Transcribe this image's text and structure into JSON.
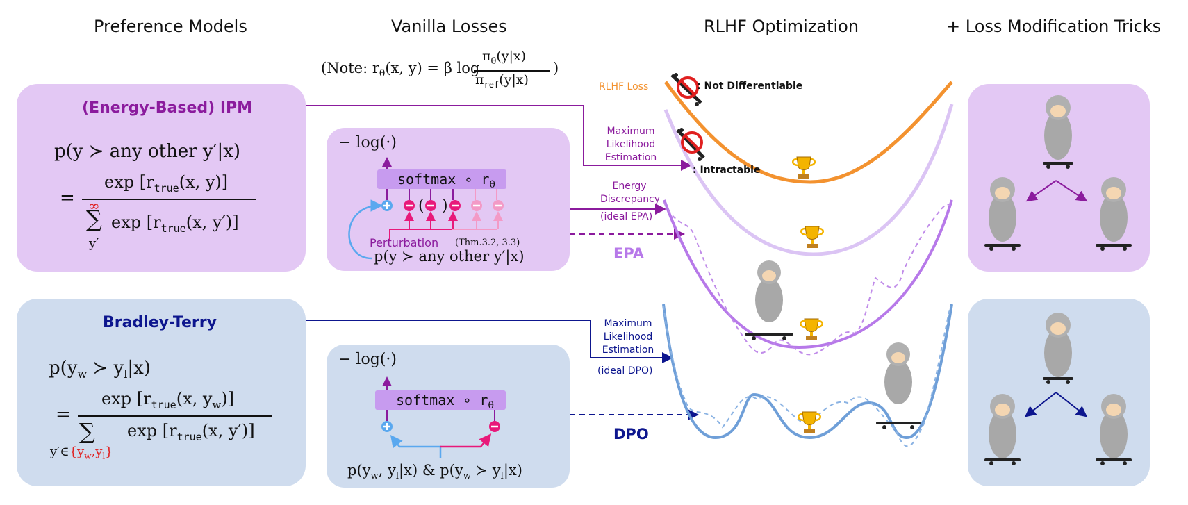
{
  "headers": {
    "preference_models": "Preference Models",
    "vanilla_losses": "Vanilla Losses",
    "rlhf_optimization": "RLHF Optimization",
    "loss_tricks": "+ Loss Modification Tricks"
  },
  "note": {
    "prefix": "(Note: r",
    "theta": "θ",
    "args": "(x, y) = β log",
    "num": "π",
    "num_args": "(y|x)",
    "den": "π",
    "den_sub": "ref",
    "den_args": "(y|x)",
    "suffix": ")"
  },
  "ipm": {
    "title": "(Energy-Based) IPM",
    "prob": "p(y ≻ any other  y′|x)",
    "eq": "=",
    "num": "exp [r",
    "num_sub": "true",
    "num_tail": "(x, y)]",
    "sum_top": "∞",
    "sum": "∑",
    "sum_bottom": "y′",
    "den": "exp [r",
    "den_sub": "true",
    "den_tail": "(x, y′)]"
  },
  "bt": {
    "title": "Bradley-Terry",
    "prob": "p(y",
    "prob_w": "w",
    "prob_mid": " ≻ y",
    "prob_l": "l",
    "prob_tail": "|x)",
    "eq": "=",
    "num": "exp [r",
    "num_sub": "true",
    "num_tail": "(x, y",
    "num_w": "w",
    "num_end": ")]",
    "sum": "∑",
    "den": "exp [r",
    "den_sub": "true",
    "den_tail": "(x, y′)]",
    "sum_bottom": "y′∈",
    "sum_bottom_red": "{y",
    "red_w": "w",
    "red_mid": ",y",
    "red_l": "l",
    "red_end": "}"
  },
  "epa_box": {
    "neglog": "− log(·)",
    "softmax": "softmax ∘ r",
    "theta": "θ",
    "perturbation": "Perturbation",
    "thm": "(Thm.3.2, 3.3)",
    "bottom": "p(y ≻ any other  y′|x)",
    "paren_open": "(",
    "paren_close": ")"
  },
  "dpo_box": {
    "neglog": "− log(·)",
    "softmax": "softmax ∘ r",
    "theta": "θ",
    "bottom": "p(y",
    "b_w": "w",
    "b_mid": ", y",
    "b_l": "l",
    "b_mid2": "|x) & p(y",
    "b_w2": "w",
    "b_mid3": " ≻ y",
    "b_l2": "l",
    "b_end": "|x)"
  },
  "rlhf": {
    "loss_label": "RLHF Loss",
    "not_diff": ": Not Differentiable",
    "mle_upper": [
      "Maximum",
      "Likelihood",
      "Estimation"
    ],
    "intractable": ": Intractable",
    "energy": [
      "Energy",
      "Discrepancy"
    ],
    "ideal_epa": "(ideal EPA)",
    "epa": "EPA",
    "mle_lower": [
      "Maximum",
      "Likelihood",
      "Estimation"
    ],
    "ideal_dpo": "(ideal DPO)",
    "dpo": "DPO"
  },
  "colors": {
    "ipm_box": "#e3c8f4",
    "bt_box": "#cfdcee",
    "epa_inner": "#e3c8f4",
    "dpo_inner": "#cfdcee",
    "softmax": "#c79bef",
    "purple": "#8b1b9d",
    "navy": "#0d168e",
    "orange": "#f3922f",
    "lavender": "#dbc4f4",
    "violet": "#b779e9",
    "blue": "#6f9fd8",
    "pink": "#e8197a",
    "lightpink": "#f39ac6",
    "plusblue": "#5aa8ef",
    "red": "#e02020"
  }
}
